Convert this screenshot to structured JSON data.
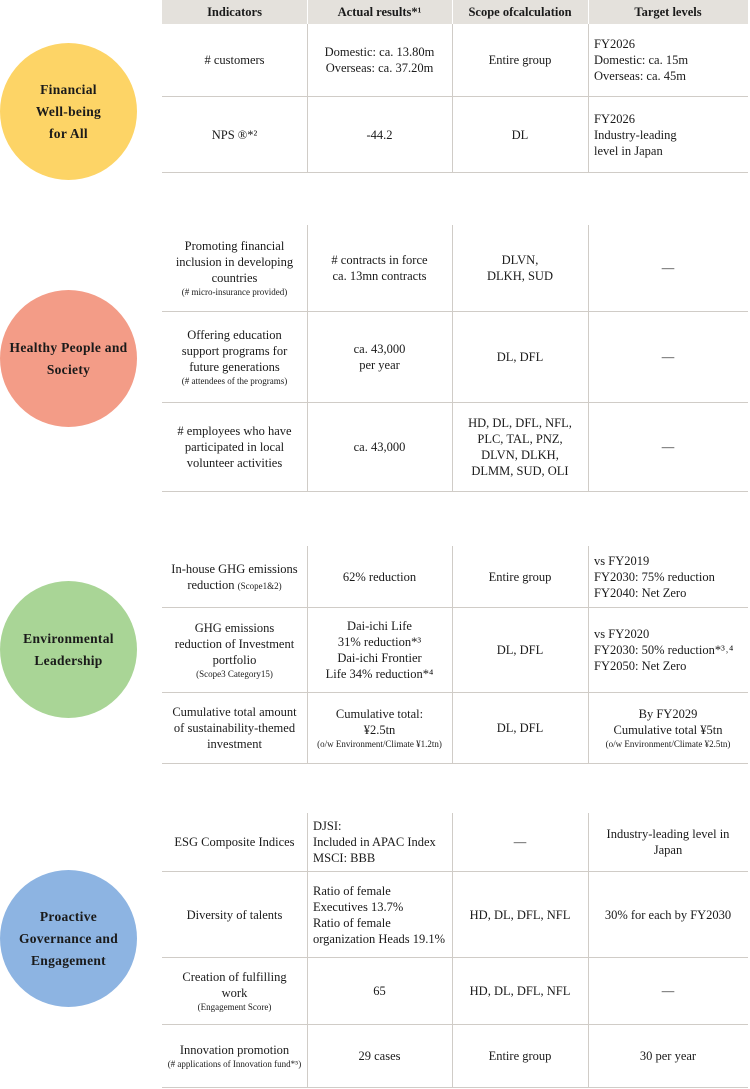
{
  "header": {
    "indicators": "Indicators",
    "actual": "Actual results*¹",
    "scope": "Scope ofcalculation",
    "target": "Target levels"
  },
  "themes": [
    {
      "lines": [
        "Financial",
        "Well-being",
        "for All"
      ],
      "color": "#fdd466"
    },
    {
      "lines": [
        "Healthy People and",
        "Society"
      ],
      "color": "#f39c87"
    },
    {
      "lines": [
        "Environmental",
        "Leadership"
      ],
      "color": "#a9d596"
    },
    {
      "lines": [
        "Proactive",
        "Governance and",
        "Engagement"
      ],
      "color": "#8db4e2"
    }
  ],
  "rows": [
    {
      "indicator": [
        "# customers"
      ],
      "indicator_small": "",
      "actual": [
        "Domestic: ca. 13.80m",
        "Overseas: ca. 37.20m"
      ],
      "actual_small": "",
      "scope": [
        "Entire group"
      ],
      "target": [
        "FY2026",
        "Domestic: ca. 15m",
        "Overseas: ca. 45m"
      ],
      "target_small": ""
    },
    {
      "indicator": [
        "NPS ®*²"
      ],
      "indicator_small": "",
      "actual": [
        "-44.2"
      ],
      "actual_small": "",
      "scope": [
        "DL"
      ],
      "target": [
        "FY2026",
        "Industry-leading",
        "level in Japan"
      ],
      "target_small": ""
    },
    {
      "indicator": [
        "Promoting financial",
        "inclusion in developing",
        "countries"
      ],
      "indicator_small": "(# micro-insurance provided)",
      "actual": [
        "# contracts in force",
        "ca. 13mn contracts"
      ],
      "actual_small": "",
      "scope": [
        "DLVN,",
        "DLKH, SUD"
      ],
      "target": [
        "—"
      ],
      "target_small": ""
    },
    {
      "indicator": [
        "Offering education",
        "support programs for",
        "future generations"
      ],
      "indicator_small": "(# attendees of the programs)",
      "actual": [
        "ca. 43,000",
        "per year"
      ],
      "actual_small": "",
      "scope": [
        "DL, DFL"
      ],
      "target": [
        "—"
      ],
      "target_small": ""
    },
    {
      "indicator": [
        "# employees who have",
        "participated in local",
        "volunteer activities"
      ],
      "indicator_small": "",
      "actual": [
        "ca. 43,000"
      ],
      "actual_small": "",
      "scope": [
        "HD, DL, DFL, NFL,",
        "PLC, TAL, PNZ,",
        "DLVN, DLKH,",
        "DLMM, SUD, OLI"
      ],
      "target": [
        "—"
      ],
      "target_small": ""
    },
    {
      "indicator": [
        "In-house GHG emissions"
      ],
      "indicator_tail": "reduction ",
      "indicator_tail_small": "(Scope1&2)",
      "indicator_small": "",
      "actual": [
        "62% reduction"
      ],
      "actual_small": "",
      "scope": [
        "Entire group"
      ],
      "target": [
        "vs FY2019",
        "FY2030: 75% reduction",
        "FY2040: Net Zero"
      ],
      "target_small": ""
    },
    {
      "indicator": [
        "GHG emissions",
        "reduction of Investment",
        "portfolio"
      ],
      "indicator_small": "(Scope3 Category15)",
      "actual": [
        "Dai-ichi Life",
        "31% reduction*³",
        "Dai-ichi Frontier",
        "Life 34% reduction*⁴"
      ],
      "actual_small": "",
      "scope": [
        "DL, DFL"
      ],
      "target": [
        "vs FY2020",
        "FY2030: 50% reduction*³˒⁴",
        "FY2050: Net Zero"
      ],
      "target_small": ""
    },
    {
      "indicator": [
        "Cumulative total amount",
        "of sustainability-themed",
        "investment"
      ],
      "indicator_small": "",
      "actual": [
        "Cumulative total:",
        "¥2.5tn"
      ],
      "actual_small": "(o/w Environment/Climate ¥1.2tn)",
      "scope": [
        "DL, DFL"
      ],
      "target": [
        "By FY2029",
        "Cumulative total ¥5tn"
      ],
      "target_small": "(o/w Environment/Climate ¥2.5tn)"
    },
    {
      "indicator": [
        "ESG Composite Indices"
      ],
      "indicator_small": "",
      "actual": [
        "DJSI:",
        "Included in APAC Index",
        "MSCI: BBB"
      ],
      "actual_small": "",
      "scope": [
        "—"
      ],
      "target": [
        "Industry-leading level in",
        "Japan"
      ],
      "target_small": ""
    },
    {
      "indicator": [
        "Diversity of talents"
      ],
      "indicator_small": "",
      "actual": [
        "Ratio of female",
        "Executives 13.7%",
        "Ratio of female",
        "organization Heads 19.1%"
      ],
      "actual_small": "",
      "scope": [
        "HD, DL, DFL, NFL"
      ],
      "target": [
        "30% for each by FY2030"
      ],
      "target_small": ""
    },
    {
      "indicator": [
        "Creation of fulfilling",
        "work"
      ],
      "indicator_small": "(Engagement Score)",
      "actual": [
        "65"
      ],
      "actual_small": "",
      "scope": [
        "HD, DL, DFL, NFL"
      ],
      "target": [
        "—"
      ],
      "target_small": ""
    },
    {
      "indicator": [
        "Innovation promotion"
      ],
      "indicator_small": "(# applications of Innovation fund*⁵)",
      "actual": [
        "29 cases"
      ],
      "actual_small": "",
      "scope": [
        "Entire group"
      ],
      "target": [
        "30 per year"
      ],
      "target_small": ""
    }
  ]
}
